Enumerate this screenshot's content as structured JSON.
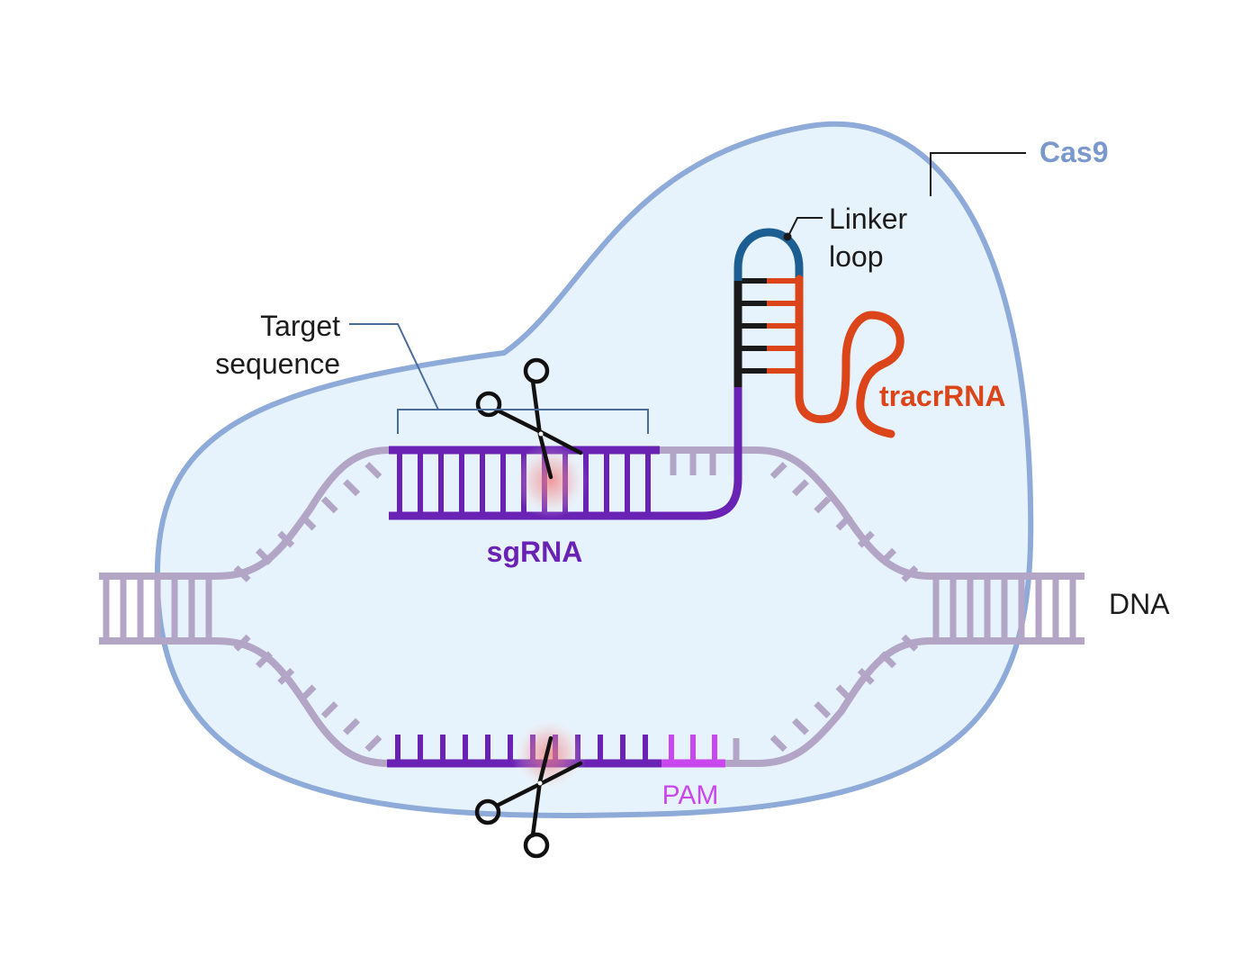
{
  "labels": {
    "cas9": "Cas9",
    "linker_loop_line1": "Linker",
    "linker_loop_line2": "loop",
    "target_line1": "Target",
    "target_line2": "sequence",
    "tracr": "tracrRNA",
    "sgrna": "sgRNA",
    "dna": "DNA",
    "pam": "PAM"
  },
  "colors": {
    "cas9_fill": "#e6f3fc",
    "cas9_stroke": "#8eaad8",
    "cas9_label": "#7a98cc",
    "dna": "#b3a5c6",
    "sgrna": "#6a22b4",
    "pam": "#c948ee",
    "tracr": "#dc4419",
    "linker_loop": "#1d5e92",
    "stem_black": "#1a1a1a",
    "leader_line": "#4a6c9a",
    "text": "#1c1c1c",
    "cut_glow": "#f07a7a"
  }
}
